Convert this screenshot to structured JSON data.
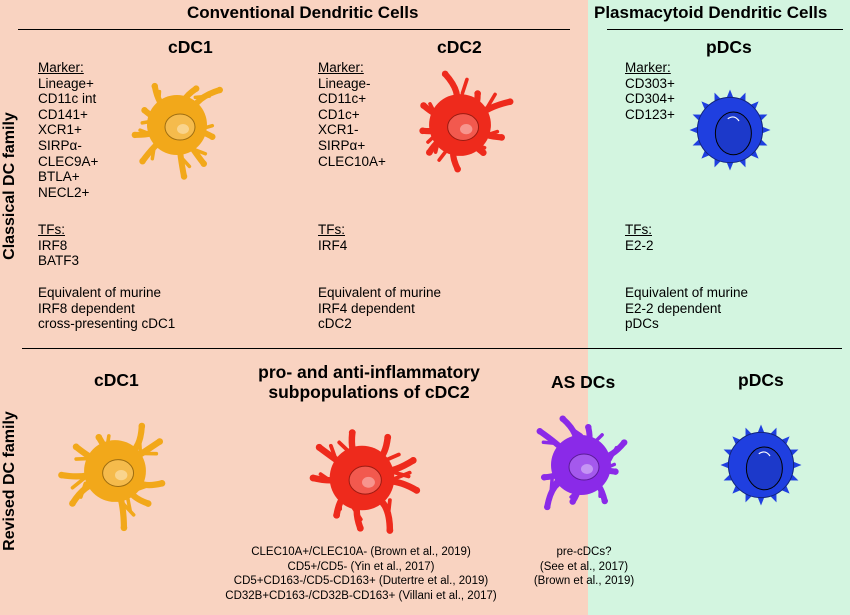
{
  "headers": {
    "conventional": "Conventional Dendritic Cells",
    "plasmacytoid": "Plasmacytoid Dendritic Cells"
  },
  "row_labels": {
    "classical": "Classical DC family",
    "revised": "Revised DC family"
  },
  "classical": {
    "cdc1": {
      "title": "cDC1",
      "marker_label": "Marker:",
      "markers": [
        "Lineage+",
        "CD11c int",
        "CD141+",
        "XCR1+",
        "SIRPα-",
        "CLEC9A+",
        "BTLA+",
        "NECL2+"
      ],
      "tf_label": "TFs:",
      "tfs": [
        "IRF8",
        "BATF3"
      ],
      "equivalent": [
        "Equivalent of murine",
        "IRF8 dependent",
        "cross-presenting cDC1"
      ]
    },
    "cdc2": {
      "title": "cDC2",
      "marker_label": "Marker:",
      "markers": [
        "Lineage-",
        "CD11c+",
        "CD1c+",
        "XCR1-",
        "SIRPα+",
        "CLEC10A+"
      ],
      "tf_label": "TFs:",
      "tfs": [
        "IRF4"
      ],
      "equivalent": [
        "Equivalent of murine",
        "IRF4 dependent",
        "cDC2"
      ]
    },
    "pdcs": {
      "title": "pDCs",
      "marker_label": "Marker:",
      "markers": [
        "CD303+",
        "CD304+",
        "CD123+"
      ],
      "tf_label": "TFs:",
      "tfs": [
        "E2-2"
      ],
      "equivalent": [
        "Equivalent of murine",
        "E2-2 dependent",
        "pDCs"
      ]
    }
  },
  "revised": {
    "cdc1_title": "cDC1",
    "cdc2_title": [
      "pro- and anti-inflammatory",
      "subpopulations of cDC2"
    ],
    "asdc_title": "AS DCs",
    "pdcs_title": "pDCs",
    "cdc2_refs": [
      "CLEC10A+/CLEC10A- (Brown et al., 2019)",
      "CD5+/CD5- (Yin et al., 2017)",
      "CD5+CD163-/CD5-CD163+ (Dutertre et al., 2019)",
      "CD32B+CD163-/CD32B-CD163+ (Villani et al., 2017)"
    ],
    "asdc_refs": [
      "pre-cDCs?",
      "(See et al., 2017)",
      "(Brown et al., 2019)"
    ]
  },
  "colors": {
    "conventional_bg": "#f9d3c1",
    "plasmacytoid_bg": "#d3f5e0",
    "cdc1_cell": "#f2a81a",
    "cdc2_cell": "#ee2a1c",
    "asdc_cell": "#8a2ae8",
    "pdc_cell": "#1f3fe0"
  }
}
